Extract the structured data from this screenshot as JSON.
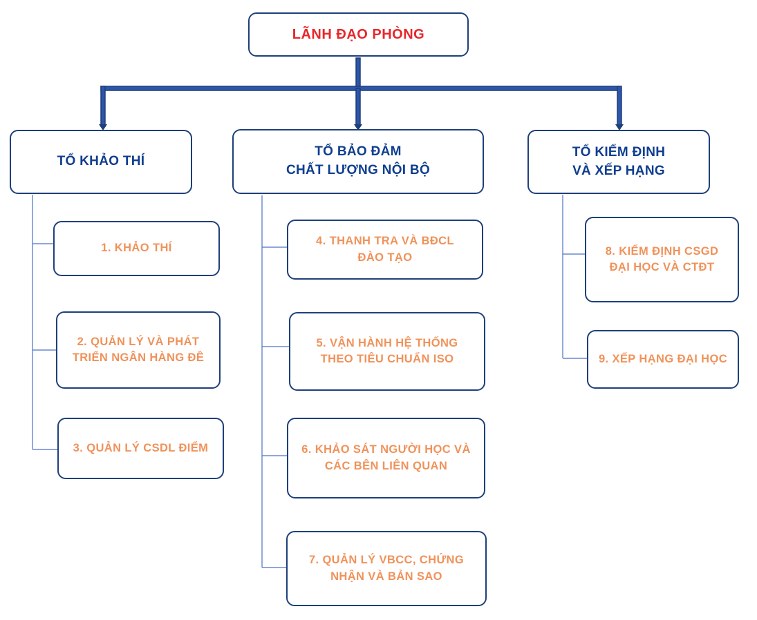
{
  "top": {
    "label": "LÃNH ĐẠO PHÒNG"
  },
  "groups": [
    {
      "label": "TỔ KHẢO THÍ"
    },
    {
      "label": "TỔ BẢO ĐẢM\nCHẤT LƯỢNG NỘI BỘ"
    },
    {
      "label": "TỔ KIỂM ĐỊNH\nVÀ XẾP HẠNG"
    }
  ],
  "units": [
    {
      "label": "1. KHẢO THÍ"
    },
    {
      "label": "2. QUẢN LÝ VÀ PHÁT\nTRIỂN NGÂN HÀNG ĐỀ"
    },
    {
      "label": "3. QUẢN LÝ CSDL ĐIỂM"
    },
    {
      "label": "4. THANH TRA VÀ BĐCL\nĐÀO TẠO"
    },
    {
      "label": "5. VẬN HÀNH HỆ THỐNG\nTHEO TIÊU CHUẨN ISO"
    },
    {
      "label": "6. KHẢO SÁT NGƯỜI HỌC VÀ\nCÁC BÊN LIÊN QUAN"
    },
    {
      "label": "7. QUẢN LÝ VBCC, CHỨNG\nNHẬN VÀ BẢN SAO"
    },
    {
      "label": "8. KIỂM ĐỊNH CSGD\nĐẠI HỌC VÀ CTĐT"
    },
    {
      "label": "9. XẾP HẠNG ĐẠI HỌC"
    }
  ],
  "colors": {
    "top_text": "#e8262a",
    "group_text": "#0f3e8f",
    "unit_text": "#f0925a",
    "border": "#1e3f7a",
    "main_connector": "#2d56a8",
    "branch_connector": "#4a72c4"
  }
}
